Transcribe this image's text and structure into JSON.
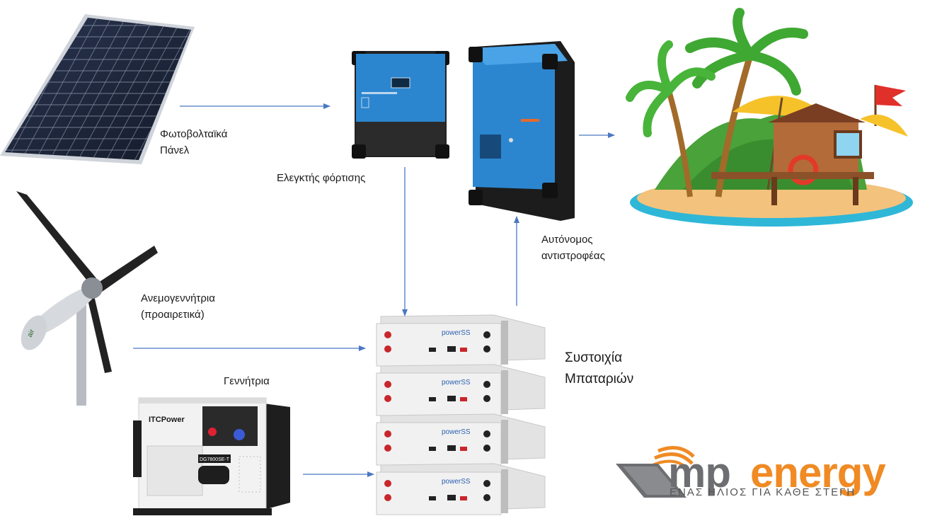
{
  "labels": {
    "solar": "Φωτοβολταϊκά\nΠάνελ",
    "charge_controller": "Ελεγκτής φόρτισης",
    "inverter": "Αυτόνομος\nαντιστροφέας",
    "wind": "Ανεμογεννήτρια\n(προαιρετικά)",
    "generator": "Γεννήτρια",
    "battery": "Συστοιχία\nΜπαταριών"
  },
  "device_text": {
    "generator_brand": "ITCPower",
    "generator_model": "DG7800SE-T",
    "battery_brand": "powerSS",
    "turbine_brand": "air"
  },
  "logo": {
    "mp": "mp",
    "energy": "energy",
    "tagline": "ΕΝΑΣ ΗΛΙΟΣ ΓΙΑ ΚΑΘΕ ΣΤΕΓΗ"
  },
  "colors": {
    "arrow": "#4a78c2",
    "victron_blue": "#2c86cf",
    "logo_gray": "#6d6e71",
    "logo_orange": "#f08a24"
  },
  "icons": [
    "solar-panel-icon",
    "wind-turbine-icon",
    "charge-controller-icon",
    "inverter-icon",
    "island-house-icon",
    "generator-icon",
    "battery-stack-icon",
    "mp-energy-logo"
  ]
}
